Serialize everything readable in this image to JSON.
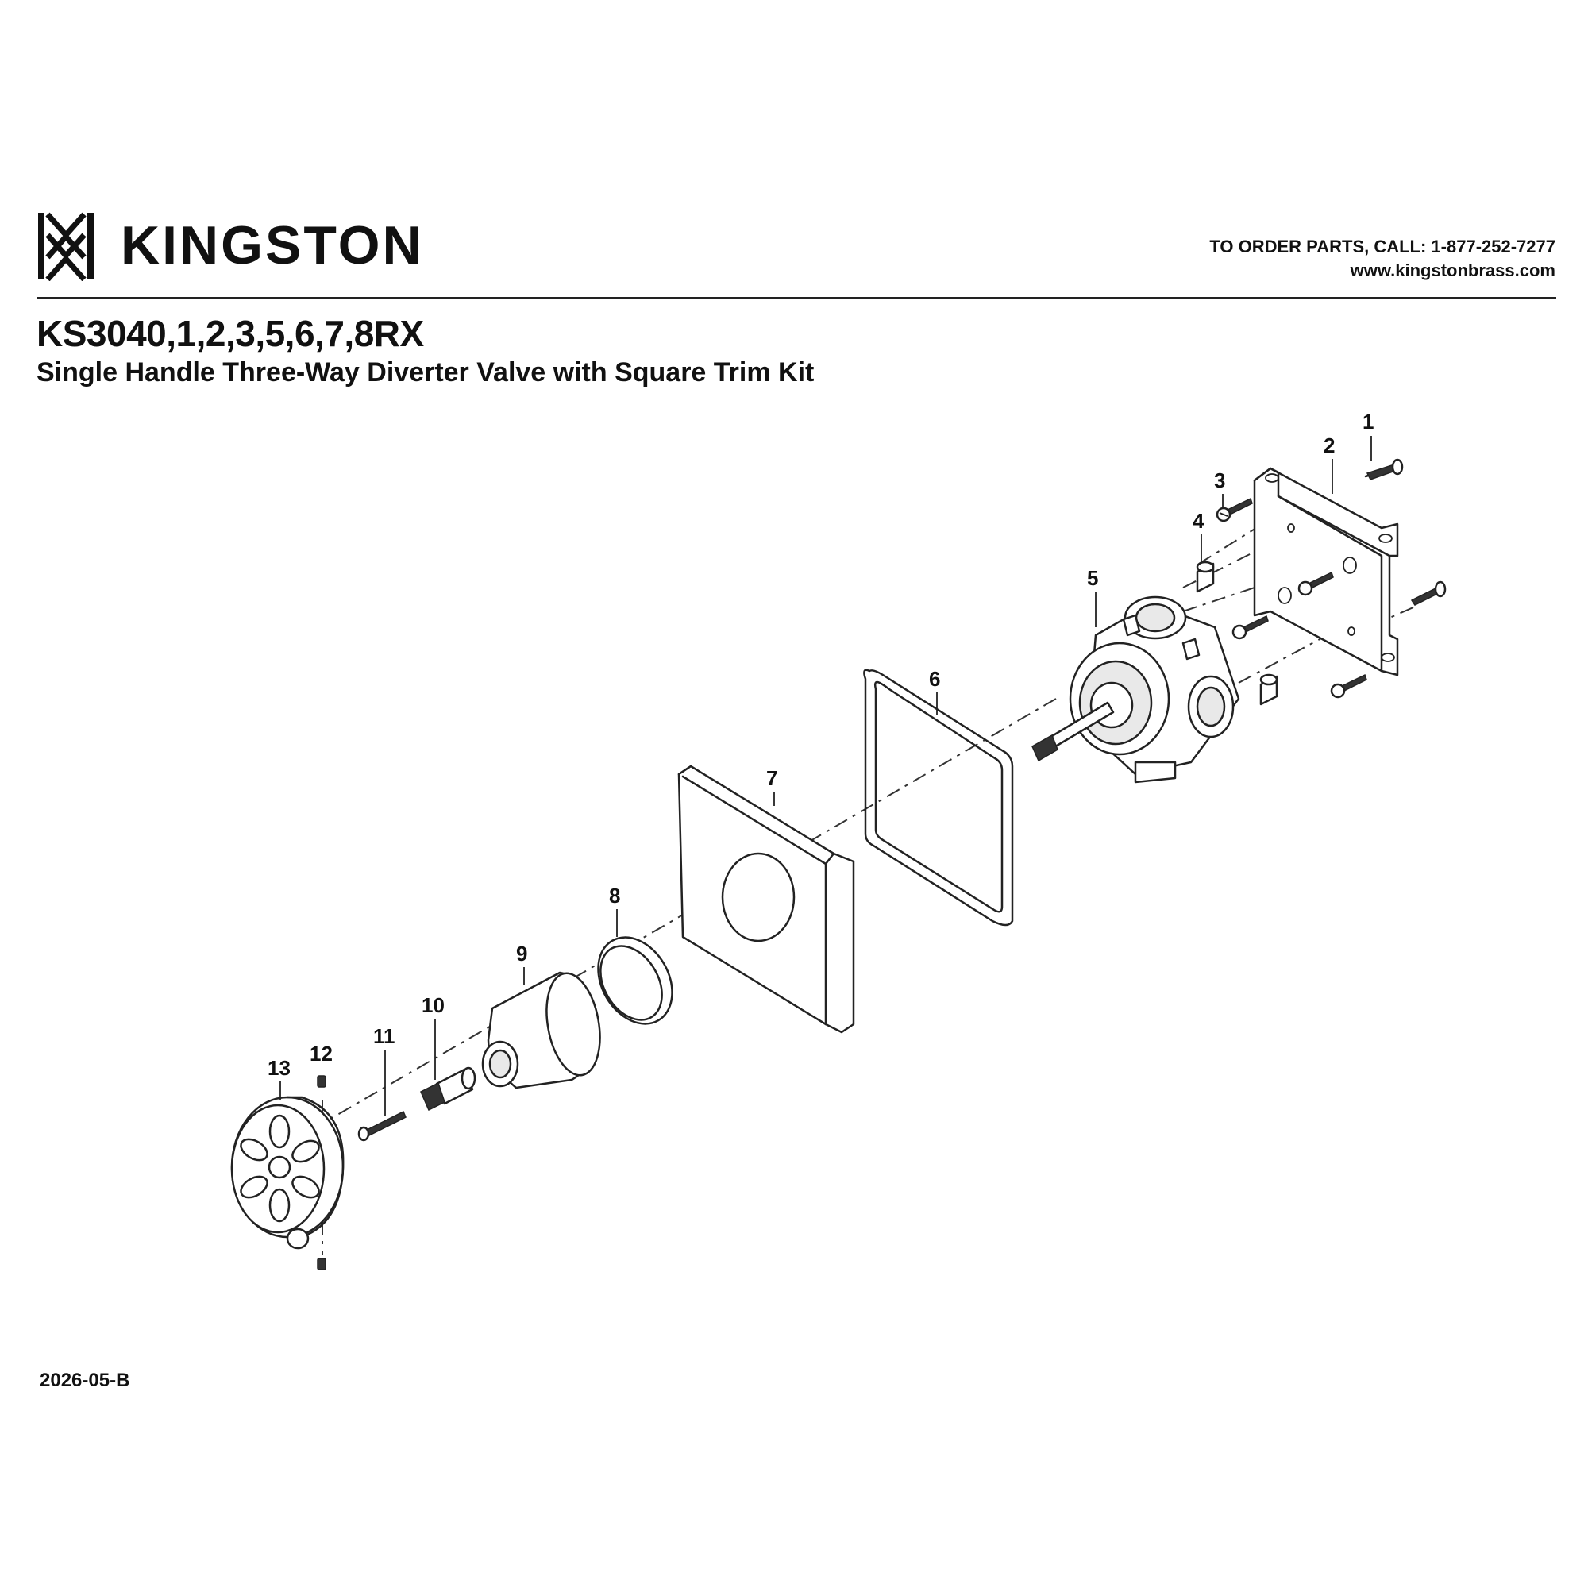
{
  "brand": {
    "name": "KINGSTON",
    "order_line": "TO ORDER PARTS, CALL: 1-877-252-7277",
    "website": "www.kingstonbrass.com"
  },
  "product": {
    "model": "KS3040,1,2,3,5,6,7,8RX",
    "description": "Single Handle Three-Way Diverter Valve with Square Trim Kit"
  },
  "callouts": [
    "1",
    "2",
    "3",
    "4",
    "5",
    "6",
    "7",
    "8",
    "9",
    "10",
    "11",
    "12",
    "13"
  ],
  "document_number": "2026-05-B"
}
